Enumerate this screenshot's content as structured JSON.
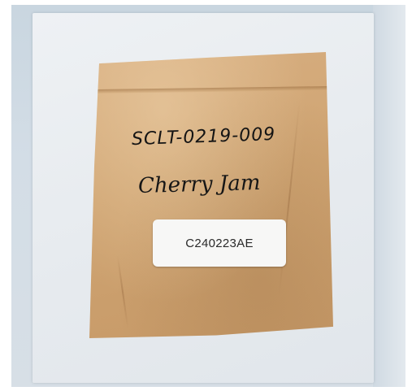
{
  "pouch": {
    "handwritten_code": "SCLT-0219-009",
    "handwritten_name": "Cherry Jam"
  },
  "sticker": {
    "label_code": "C240223AE"
  },
  "colors": {
    "kraft": "#cfa472",
    "ink": "#141414",
    "sticker": "#f7f7f6",
    "paper": "#e7ebef",
    "background": "#ffffff"
  }
}
